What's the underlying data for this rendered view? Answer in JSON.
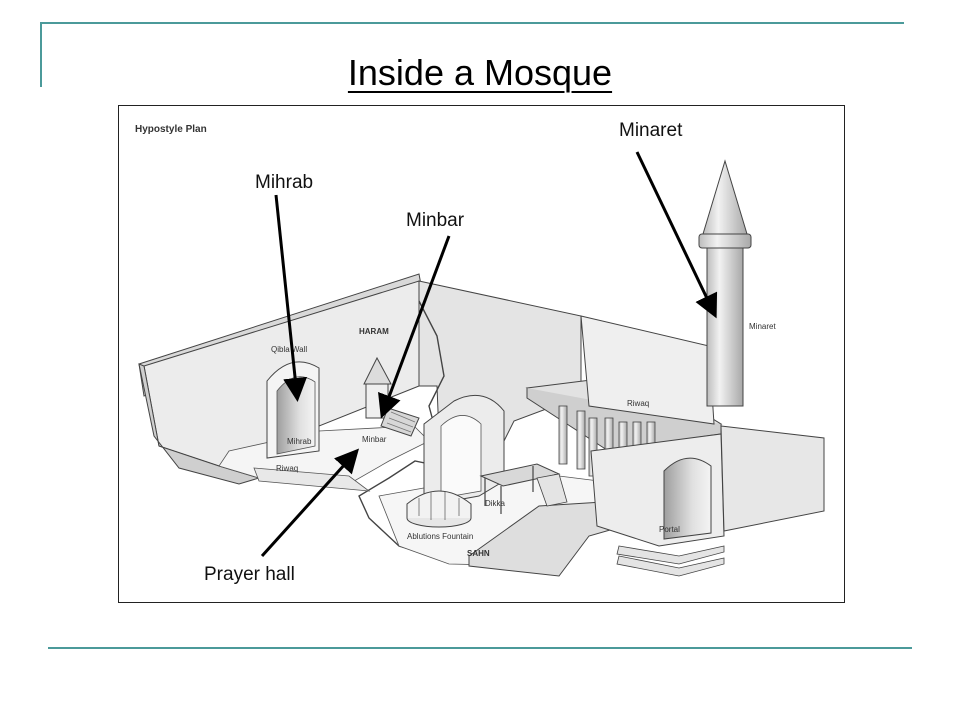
{
  "slide": {
    "title": "Inside a Mosque"
  },
  "figure": {
    "heading": "Hypostyle Plan",
    "parts": {
      "qibla_wall": "Qibla Wall",
      "haram": "HARAM",
      "mihrab": "Mihrab",
      "minbar": "Minbar",
      "riwaq_left": "Riwaq",
      "riwaq_right": "Riwaq",
      "minaret": "Minaret",
      "dikka": "Dikka",
      "ablutions_fountain": "Ablutions Fountain",
      "sahn": "SAHN",
      "portal": "Portal"
    }
  },
  "callouts": {
    "minaret": "Minaret",
    "mihrab": "Mihrab",
    "minbar": "Minbar",
    "prayer_hall": "Prayer hall"
  },
  "colors": {
    "accent_line": "#4b9a9a",
    "wall_fill": "#e9e9e9",
    "wall_shade": "#c6c6c6",
    "floor_fill": "#f4f4f4"
  }
}
